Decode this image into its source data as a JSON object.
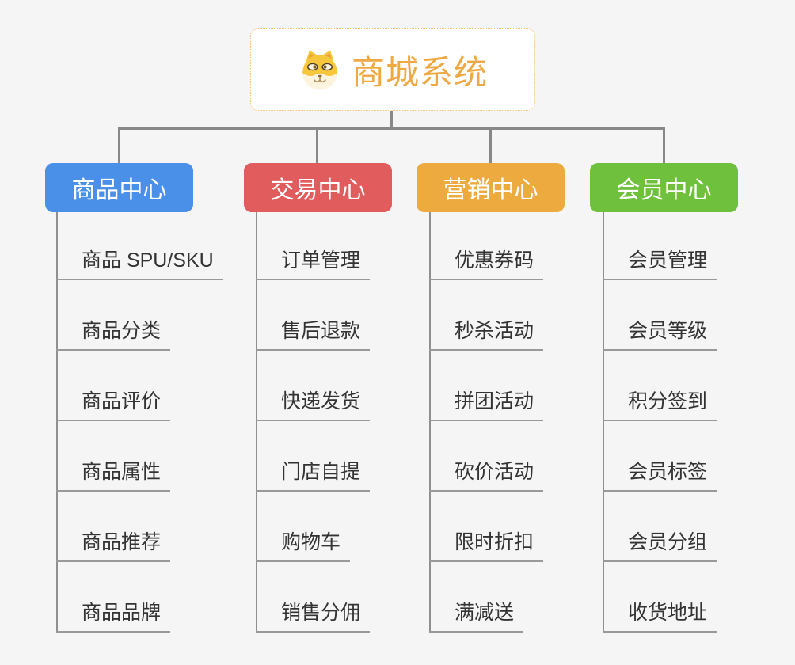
{
  "root": {
    "title": "商城系统",
    "icon": "doge-icon",
    "title_color": "#efa943",
    "border_color": "#f2bd6e"
  },
  "branches": [
    {
      "label": "商品中心",
      "color": "#4a90e8",
      "items": [
        "商品 SPU/SKU",
        "商品分类",
        "商品评价",
        "商品属性",
        "商品推荐",
        "商品品牌"
      ]
    },
    {
      "label": "交易中心",
      "color": "#e15c5c",
      "items": [
        "订单管理",
        "售后退款",
        "快递发货",
        "门店自提",
        "购物车",
        "销售分佣"
      ]
    },
    {
      "label": "营销中心",
      "color": "#ecaa3f",
      "items": [
        "优惠券码",
        "秒杀活动",
        "拼团活动",
        "砍价活动",
        "限时折扣",
        "满减送"
      ]
    },
    {
      "label": "会员中心",
      "color": "#6fc13d",
      "items": [
        "会员管理",
        "会员等级",
        "积分签到",
        "会员标签",
        "会员分组",
        "收货地址"
      ]
    }
  ],
  "connector_color": "#888888",
  "item_underline_color": "#999999",
  "item_text_color": "#333333",
  "background_color": "#f5f5f6"
}
